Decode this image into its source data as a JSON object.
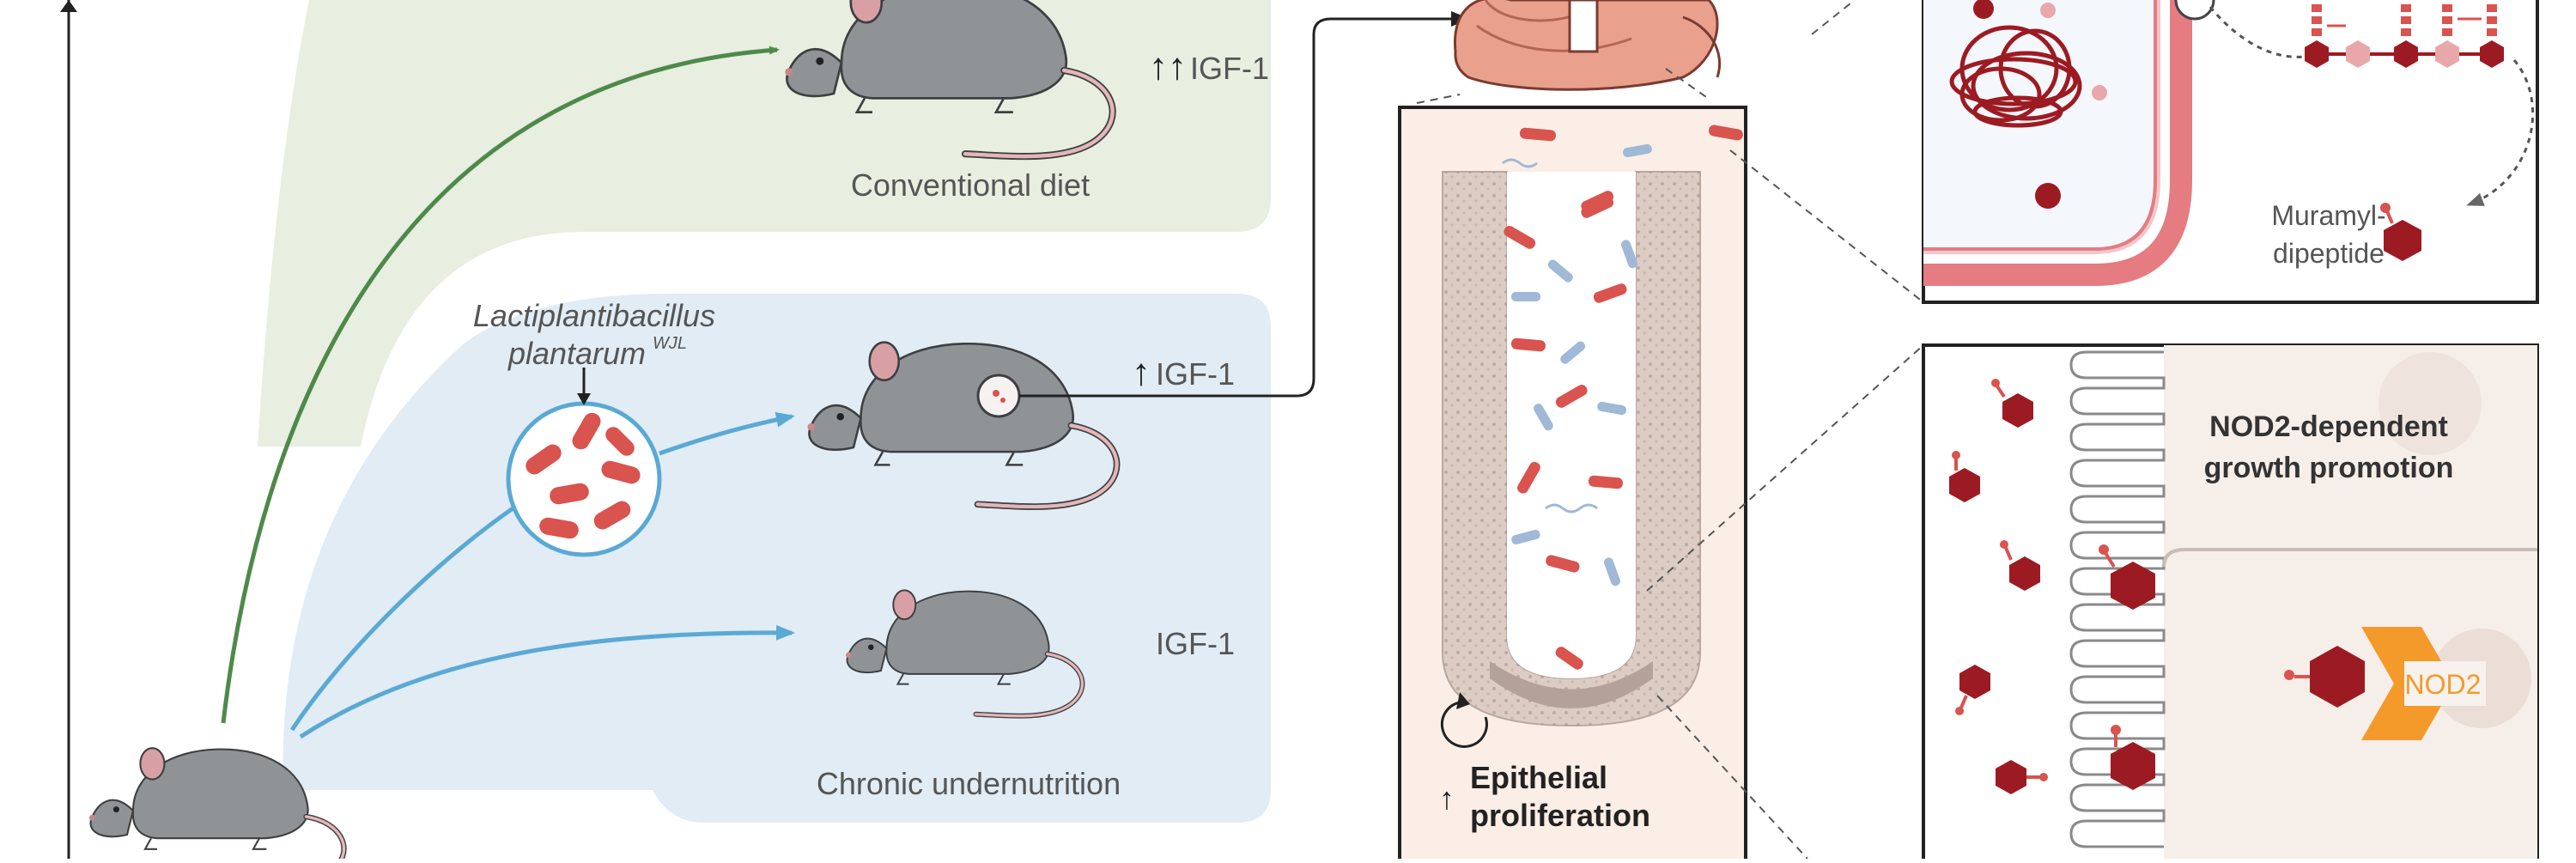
{
  "labels": {
    "conventional_igf": "IGF-1",
    "conventional_diet": "Conventional diet",
    "bacterium_genus": "Lactiplantibacillus",
    "bacterium_species": "plantarum",
    "bacterium_strain": "WJL",
    "treated_igf": "IGF-1",
    "undernourished_igf": "IGF-1",
    "chronic_undernutrition": "Chronic undernutrition",
    "epithelial_line1": "Epithelial",
    "epithelial_line2": "proliferation",
    "muramyl_line1": "Muramyl-",
    "muramyl_line2": "dipeptide",
    "nod2_line1": "NOD2-dependent",
    "nod2_line2": "growth promotion",
    "nod2_receptor": "NOD2"
  },
  "colors": {
    "green_panel": "#e8eee0",
    "blue_panel": "#e1ecf5",
    "green_arrow": "#4d8a4a",
    "blue_arrow": "#5aa9d4",
    "bacteria_red": "#d9534f",
    "dark_red": "#9c1b22",
    "membrane_pink": "#e47c82",
    "nod2_orange": "#f39a2b",
    "text_gray": "#555555",
    "mouse_gray": "#8f9396"
  },
  "icons": [
    "mouse-icon",
    "intestine-icon",
    "bacteria-circle-icon",
    "cycle-arrow-icon",
    "muramyl-dipeptide-icon",
    "peptidoglycan-chain-icon"
  ]
}
